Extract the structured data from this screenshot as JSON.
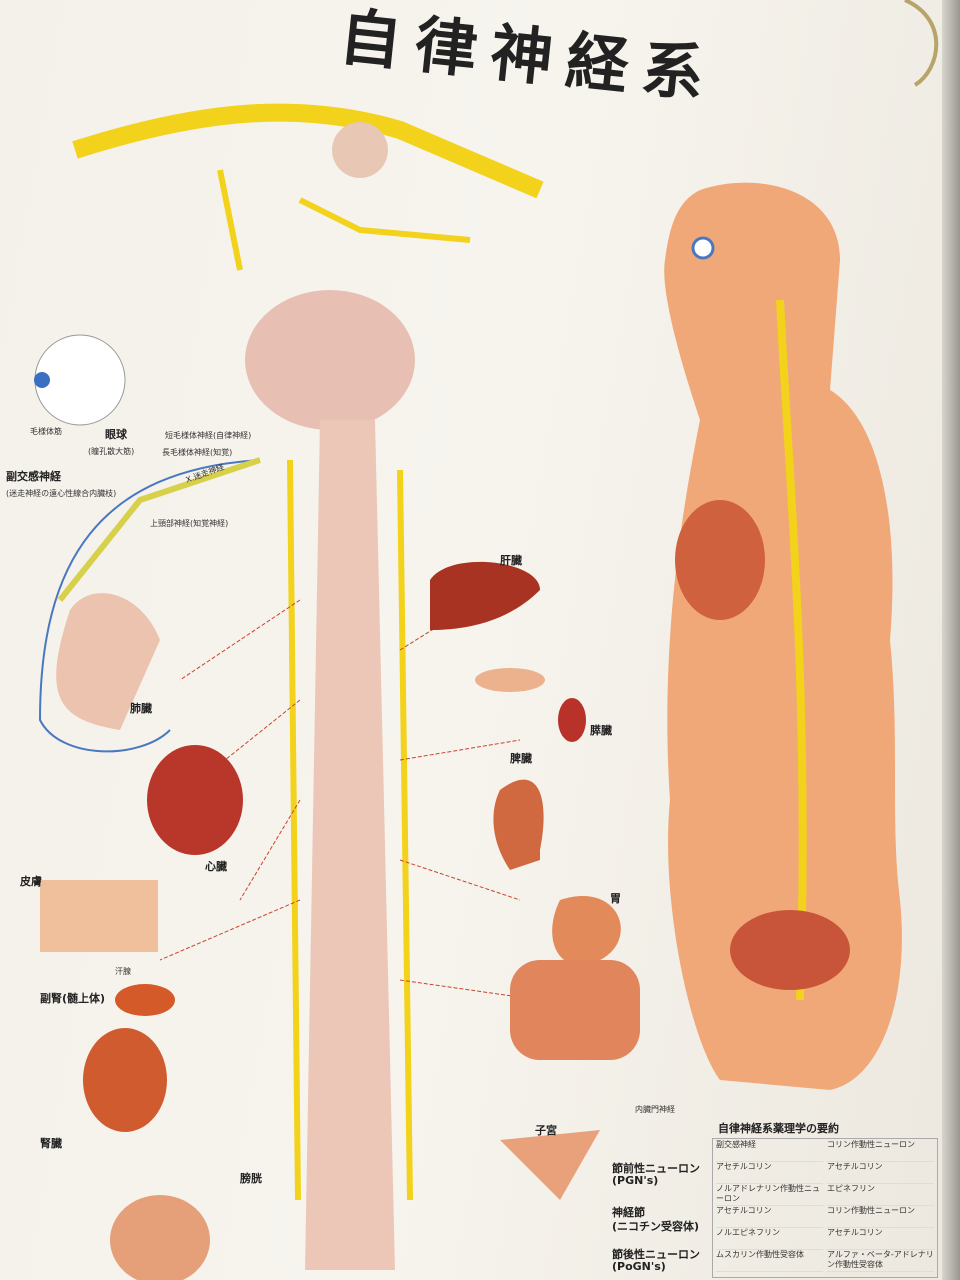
{
  "title": "自律神経系",
  "labels": {
    "parasympathetic": "副交感神経",
    "parasympathetic_sub": "(迷走神経の遠心性線合内臓枝)",
    "eyeball": "眼球",
    "pupil": "(瞳孔散大筋)",
    "ciliary": "毛様体筋",
    "short_ciliary": "短毛様体神経(自律神経)",
    "long_ciliary": "長毛様体神経(知覚)",
    "vagus": "X.迷走神経",
    "superior_cervical": "上頸部神経(知覚神経)",
    "liver": "肝臓",
    "lung": "肺臓",
    "heart": "心臓",
    "skin": "皮膚",
    "adrenal": "副腎(髄上体)",
    "kidney": "腎臓",
    "bladder": "膀胱",
    "uterus": "子宮",
    "stomach": "胃",
    "spleen": "脾臓",
    "pancreas": "膵臓",
    "sweat_gland": "汗腺",
    "portal": "内臓門神経"
  },
  "summary": {
    "title": "自律神経系薬理学の要約",
    "rows": [
      {
        "label": "節前性ニューロン",
        "sub": "(PGN's)"
      },
      {
        "label": "神経節",
        "sub": "(ニコチン受容体)"
      },
      {
        "label": "節後性ニューロン",
        "sub": "(PoGN's)"
      }
    ],
    "cells": [
      "副交感神経",
      "コリン作動性ニューロン",
      "アセチルコリン",
      "アセチルコリン",
      "ノルアドレナリン作動性ニューロン",
      "エピネフリン",
      "アセチルコリン",
      "コリン作動性ニューロン",
      "ノルエピネフリン",
      "アセチルコリン",
      "ムスカリン作動性受容体",
      "アルファ・ベータ-アドレナリン作動性受容体"
    ]
  },
  "colors": {
    "nerve": "#f2d21a",
    "organ": "#c8432c",
    "body": "#f0a878",
    "vessel": "#4a78c0"
  }
}
